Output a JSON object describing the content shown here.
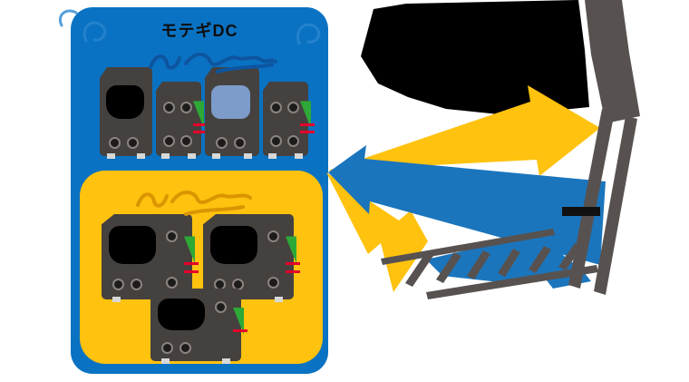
{
  "dc_box": {
    "label": "モテギDC"
  },
  "counts": {
    "top_row_servers": 4,
    "inner_box_servers": 3
  },
  "colors": {
    "dc_box_blue": "#0A72C2",
    "inner_box_yellow": "#FFC20E",
    "server_body_gray": "#45413F",
    "server_panel_black": "#000000",
    "server_panel_blue": "#7D9CC9",
    "led_green": "#2EA836",
    "led_red": "#E4002B",
    "arrow_yellow": "#FFC20E",
    "arrow_blue": "#1B75BC",
    "silhouette_black": "#000000",
    "structure_gray": "#575250",
    "script_label_blue": "#0D55A0",
    "script_label_orange": "#DB9500",
    "background": "#FFFFFF"
  }
}
